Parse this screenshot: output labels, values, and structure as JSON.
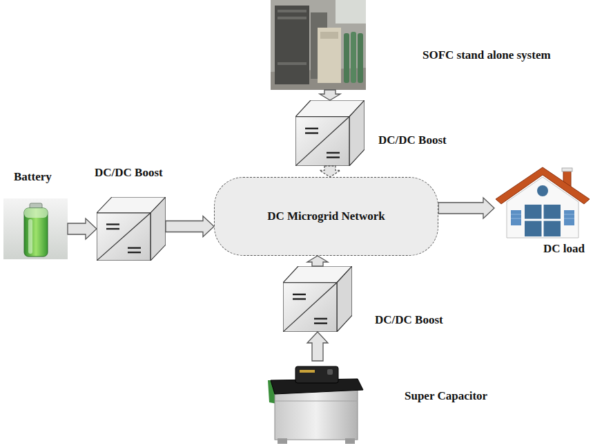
{
  "diagram": {
    "nodes": [
      {
        "text": [
          "SOFC stand alone system"
        ]
      },
      {
        "text": [
          "DC/DC Boost"
        ]
      },
      {
        "text": [
          "Battery"
        ]
      },
      {
        "text": [
          "DC/DC Boost"
        ]
      },
      {
        "text": [
          "DC Microgrid Network"
        ]
      },
      {
        "text": [
          "DC load"
        ]
      },
      {
        "text": [
          "DC/DC Boost"
        ]
      },
      {
        "text": [
          "Super Capacitor"
        ]
      }
    ],
    "edges": [
      {
        "from": 0,
        "to": 1,
        "arrow": "to"
      },
      {
        "from": 1,
        "to": 4,
        "arrow": "to"
      },
      {
        "from": 2,
        "to": 3,
        "arrow": "to"
      },
      {
        "from": 3,
        "to": 4,
        "arrow": "to"
      },
      {
        "from": 4,
        "to": 5,
        "arrow": "to"
      },
      {
        "from": 7,
        "to": 6,
        "arrow": "to"
      },
      {
        "from": 6,
        "to": 4,
        "arrow": "to"
      }
    ]
  }
}
